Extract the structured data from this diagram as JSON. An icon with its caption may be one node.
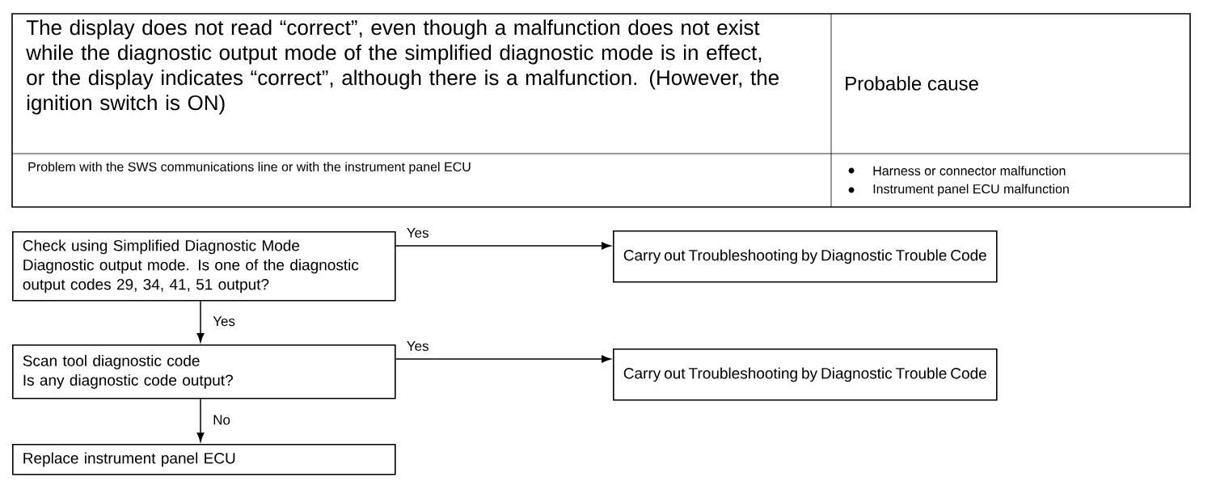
{
  "diagram": {
    "nodes": [
      {
        "text": [
          "Check using Simplified Diagnostic Mode",
          "Diagnostic output mode. Is one of the diagnostic output codes 29, 34, 41, 51 output?"
        ]
      },
      {
        "text": [
          "Carry out Troubleshooting by Diagnostic Trouble Code"
        ]
      },
      {
        "text": [
          "Scan tool diagnostic code",
          "Is any diagnostic code output?"
        ]
      },
      {
        "text": [
          "Carry out Troubleshooting by Diagnostic Trouble Code"
        ]
      },
      {
        "text": [
          "Replace instrument panel ECU"
        ]
      }
    ],
    "edges": [
      {
        "from": 0,
        "to": 1,
        "arrow": "to",
        "label": "Yes"
      },
      {
        "from": 0,
        "to": 2,
        "arrow": "to",
        "label": "Yes"
      },
      {
        "from": 2,
        "to": 3,
        "arrow": "to",
        "label": "Yes"
      },
      {
        "from": 2,
        "to": 4,
        "arrow": "to",
        "label": "No"
      }
    ],
    "labels": [
      "The display does not read “correct”, even though a malfunction does not exist while the diagnostic output mode of the simplified diagnostic mode is in effect, or the display indicates “correct”, although there is a malfunction. (However, the ignition switch is ON)",
      "Probable cause",
      "Problem with the SWS communications line or with the instrument panel ECU",
      "Harness or connector malfunction",
      "Instrument panel ECU malfunction"
    ]
  }
}
